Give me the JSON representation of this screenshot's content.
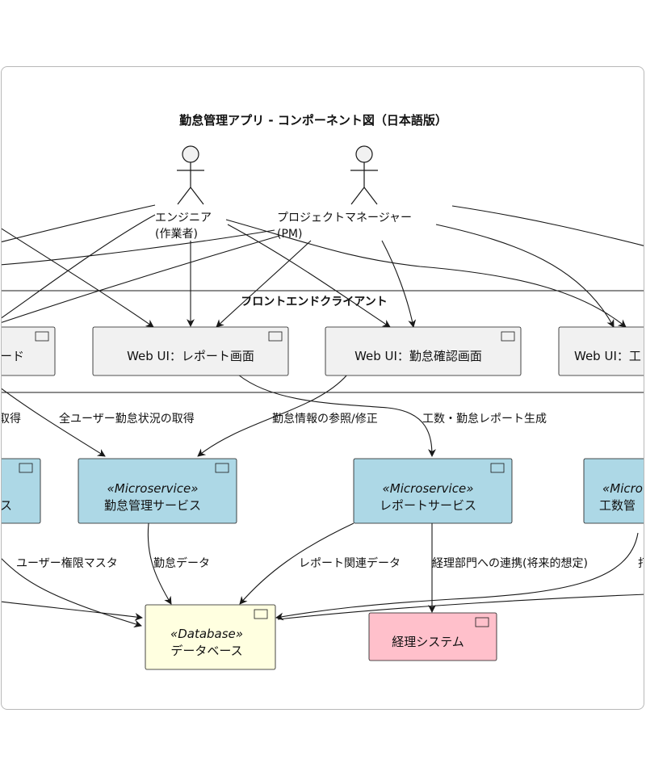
{
  "diagram_title": "勤怠管理アプリ - コンポーネント図（日本語版）",
  "actors": {
    "engineer": [
      "エンジニア",
      "(作業者)"
    ],
    "pm": [
      "プロジェクトマネージャー",
      "(PM)"
    ]
  },
  "packages": {
    "frontend": "フロントエンドクライアント"
  },
  "components": {
    "left_ui_partial": "ード",
    "web_ui_report": "Web UI：レポート画面",
    "web_ui_attendance": "Web UI：勤怠確認画面",
    "web_ui_right_partial": "Web UI：工",
    "left_service_partial": "ス",
    "attendance_service": {
      "stereotype": "«Microservice»",
      "name": "勤怠管理サービス"
    },
    "report_service": {
      "stereotype": "«Microservice»",
      "name": "レポートサービス"
    },
    "workhours_service": {
      "stereotype": "«Micro",
      "name": "工数管"
    },
    "database": {
      "stereotype": "«Database»",
      "name": "データベース"
    },
    "accounting": "経理システム"
  },
  "edge_labels": {
    "acquire_partial": "取得",
    "all_users_status": "全ユーザー勤怠状況の取得",
    "view_edit": "勤怠情報の参照/修正",
    "report_generation": "工数・勤怠レポート生成",
    "user_master": "ユーザー権限マスタ",
    "attendance_data": "勤怠データ",
    "report_data": "レポート関連データ",
    "accounting_link": "経理部門への連携(将来的想定)",
    "right_partial": "打"
  },
  "colors": {
    "frontend_component": "#f1f1f1",
    "microservice": "#add8e6",
    "database": "#ffffe0",
    "external_system": "#ffc0cb",
    "stroke": "#181818"
  }
}
